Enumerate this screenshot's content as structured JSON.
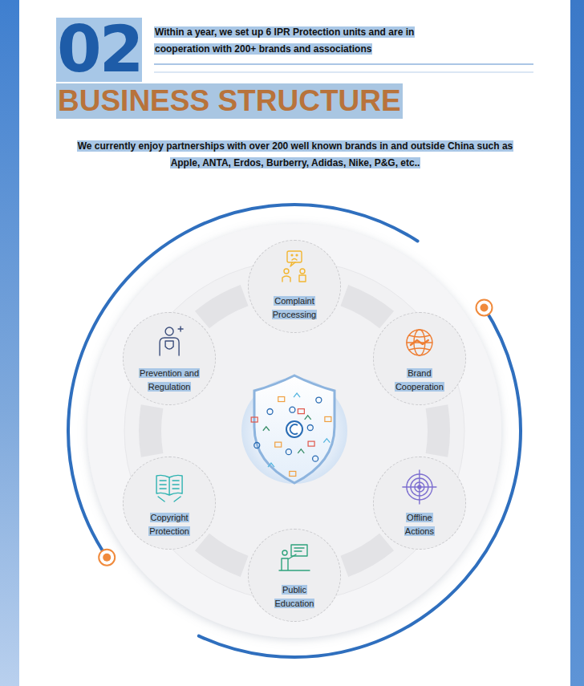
{
  "diagram": {
    "title": "BUSINESS STRUCTURE",
    "nodes": [
      {
        "text": [
          "Complaint Processing"
        ]
      },
      {
        "text": [
          "Brand Cooperation"
        ]
      },
      {
        "text": [
          "Offline Actions"
        ]
      },
      {
        "text": [
          "Public Education"
        ]
      },
      {
        "text": [
          "Copyright Protection"
        ]
      },
      {
        "text": [
          "Prevention and Regulation"
        ]
      }
    ],
    "labels": [
      "02",
      "Within a year, we set up 6 IPR Protection units and are in cooperation with 200+ brands and associations",
      "We currently enjoy partnerships with over 200 well known brands in and outside China such as Apple, ANTA, Erdos, Burberry, Adidas, Nike, P&G, etc.."
    ]
  }
}
